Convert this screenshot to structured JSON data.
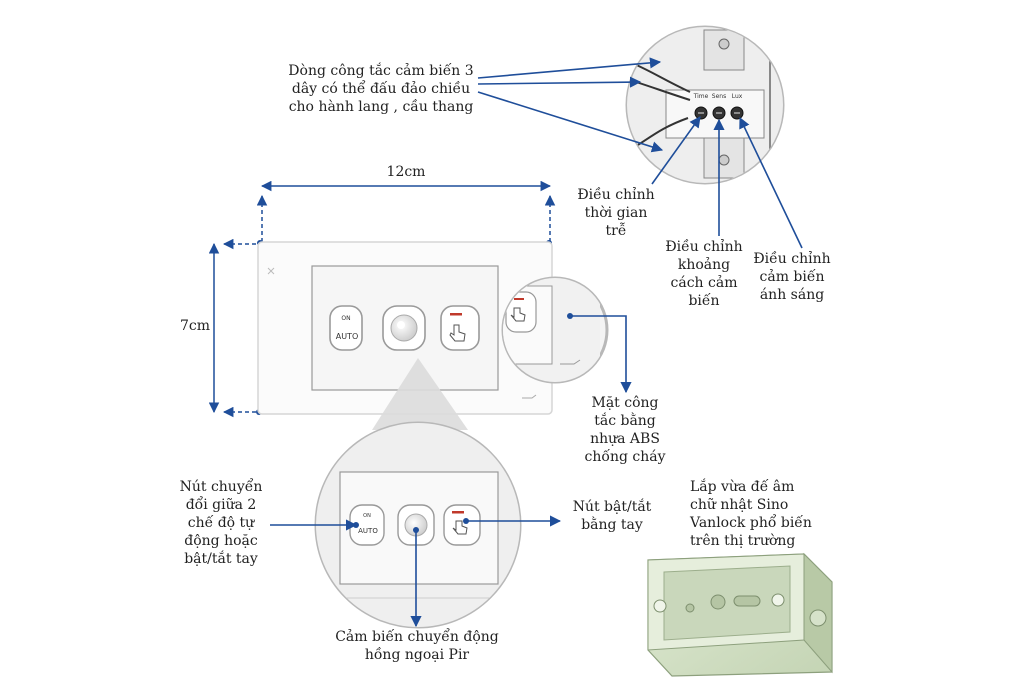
{
  "dimensions": {
    "width_label": "12cm",
    "height_label": "7cm"
  },
  "labels": {
    "wire_line1": "Dòng công tắc cảm biến 3",
    "wire_line2": "dây có thể đấu đảo chiều",
    "wire_line3": "cho hành lang , cầu thang",
    "delay_line1": "Điều chỉnh",
    "delay_line2": "thời gian",
    "delay_line3": "trễ",
    "distance_line1": "Điều chỉnh",
    "distance_line2": "khoảng",
    "distance_line3": "cách cảm",
    "distance_line4": "biến",
    "lux_line1": "Điều chỉnh",
    "lux_line2": "cảm biến",
    "lux_line3": "ánh sáng",
    "surface_line1": "Mặt công",
    "surface_line2": "tắc bằng",
    "surface_line3": "nhựa ABS",
    "surface_line4": "chống cháy",
    "mode_line1": "Nút chuyển",
    "mode_line2": "đổi giữa 2",
    "mode_line3": "chế độ tự",
    "mode_line4": "động hoặc",
    "mode_line5": "bật/tắt tay",
    "manual_line1": "Nút bật/tắt",
    "manual_line2": "bằng tay",
    "pir_line1": "Cảm biến chuyển động",
    "pir_line2": "hồng ngoại Pir",
    "box_line1": "Lắp vừa đế âm",
    "box_line2": "chữ nhật Sino",
    "box_line3": "Vanlock phổ biến",
    "box_line4": "trên thị trường"
  },
  "switch": {
    "button_on": "ON",
    "button_auto": "AUTO",
    "knob_time": "Time",
    "knob_sens": "Sens",
    "knob_lux": "Lux"
  },
  "colors": {
    "arrow": "#1f4e9a",
    "led": "#c0392b"
  }
}
